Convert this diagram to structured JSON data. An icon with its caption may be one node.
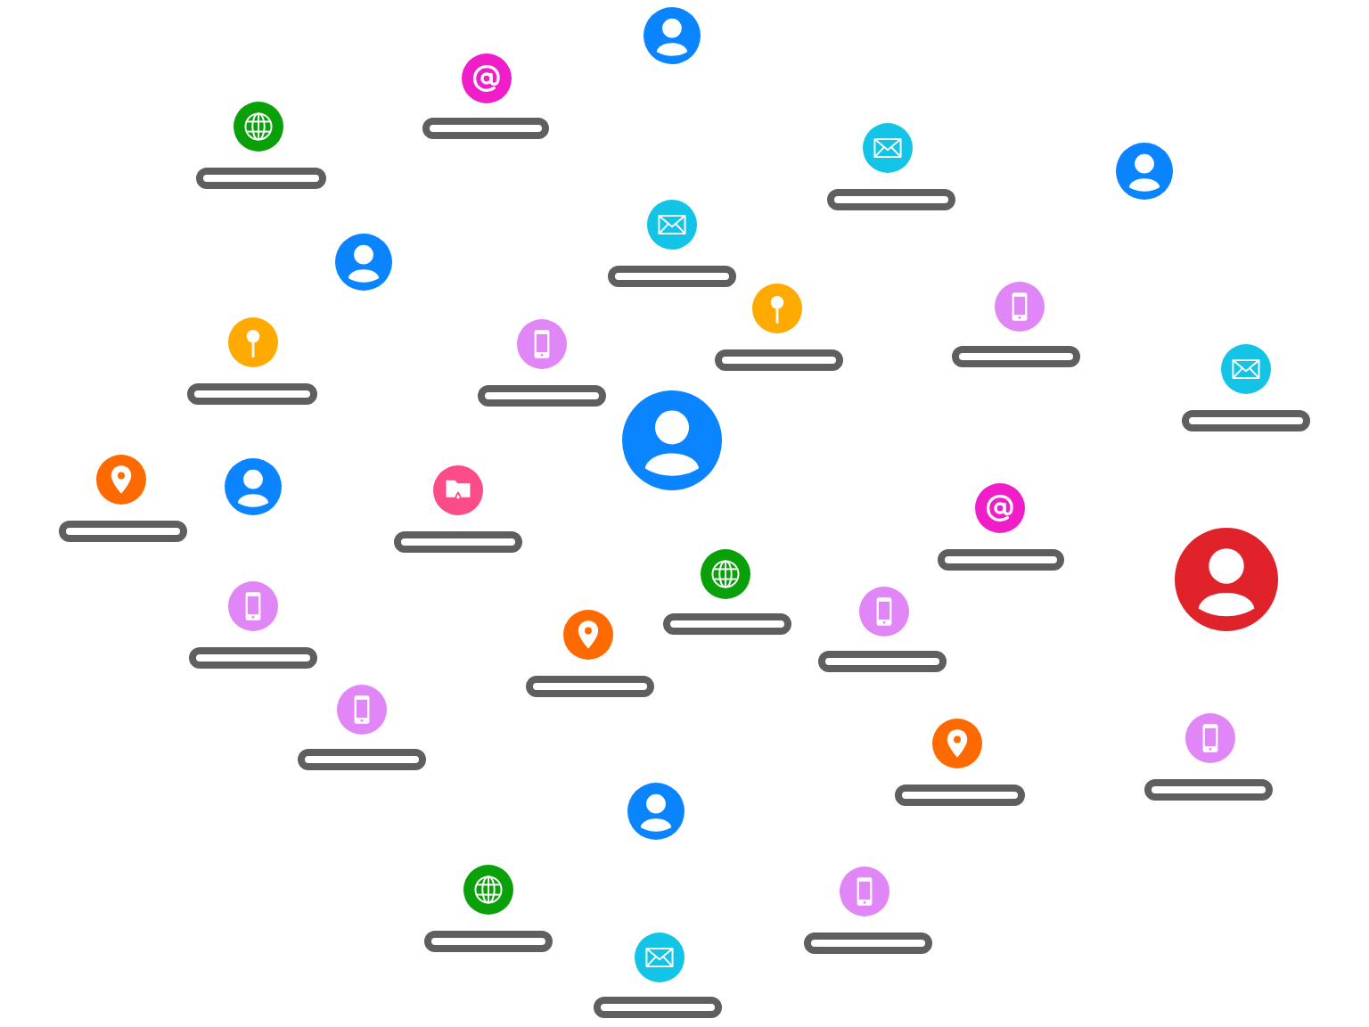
{
  "diagram": {
    "nodes": [
      {
        "text": [],
        "shape": "person"
      },
      {
        "text": [],
        "shape": "circle"
      },
      {
        "text": [],
        "shape": "bar"
      },
      {
        "text": [],
        "shape": "circle"
      },
      {
        "text": [],
        "shape": "bar"
      },
      {
        "text": [],
        "shape": "circle"
      },
      {
        "text": [],
        "shape": "bar"
      },
      {
        "text": [],
        "shape": "person"
      },
      {
        "text": [],
        "shape": "circle"
      },
      {
        "text": [],
        "shape": "bar"
      },
      {
        "text": [],
        "shape": "person"
      },
      {
        "text": [],
        "shape": "circle"
      },
      {
        "text": [],
        "shape": "bar"
      },
      {
        "text": [],
        "shape": "circle"
      },
      {
        "text": [],
        "shape": "bar"
      },
      {
        "text": [],
        "shape": "circle"
      },
      {
        "text": [],
        "shape": "bar"
      },
      {
        "text": [],
        "shape": "circle"
      },
      {
        "text": [],
        "shape": "bar"
      },
      {
        "text": [],
        "shape": "circle"
      },
      {
        "text": [],
        "shape": "bar"
      },
      {
        "text": [],
        "shape": "person"
      },
      {
        "text": [],
        "shape": "circle"
      },
      {
        "text": [],
        "shape": "bar"
      },
      {
        "text": [],
        "shape": "person"
      },
      {
        "text": [],
        "shape": "circle"
      },
      {
        "text": [],
        "shape": "bar"
      },
      {
        "text": [],
        "shape": "circle"
      },
      {
        "text": [],
        "shape": "bar"
      },
      {
        "text": [],
        "shape": "person"
      },
      {
        "text": [],
        "shape": "circle"
      },
      {
        "text": [],
        "shape": "bar"
      },
      {
        "text": [],
        "shape": "circle"
      },
      {
        "text": [],
        "shape": "bar"
      },
      {
        "text": [],
        "shape": "circle"
      },
      {
        "text": [],
        "shape": "bar"
      },
      {
        "text": [],
        "shape": "circle"
      },
      {
        "text": [],
        "shape": "bar"
      },
      {
        "text": [],
        "shape": "circle"
      },
      {
        "text": [],
        "shape": "bar"
      },
      {
        "text": [],
        "shape": "circle"
      },
      {
        "text": [],
        "shape": "bar"
      },
      {
        "text": [],
        "shape": "circle"
      },
      {
        "text": [],
        "shape": "bar"
      },
      {
        "text": [],
        "shape": "person"
      },
      {
        "text": [],
        "shape": "circle"
      },
      {
        "text": [],
        "shape": "bar"
      },
      {
        "text": [],
        "shape": "circle"
      },
      {
        "text": [],
        "shape": "bar"
      },
      {
        "text": [],
        "shape": "circle"
      },
      {
        "text": [],
        "shape": "bar"
      }
    ]
  }
}
